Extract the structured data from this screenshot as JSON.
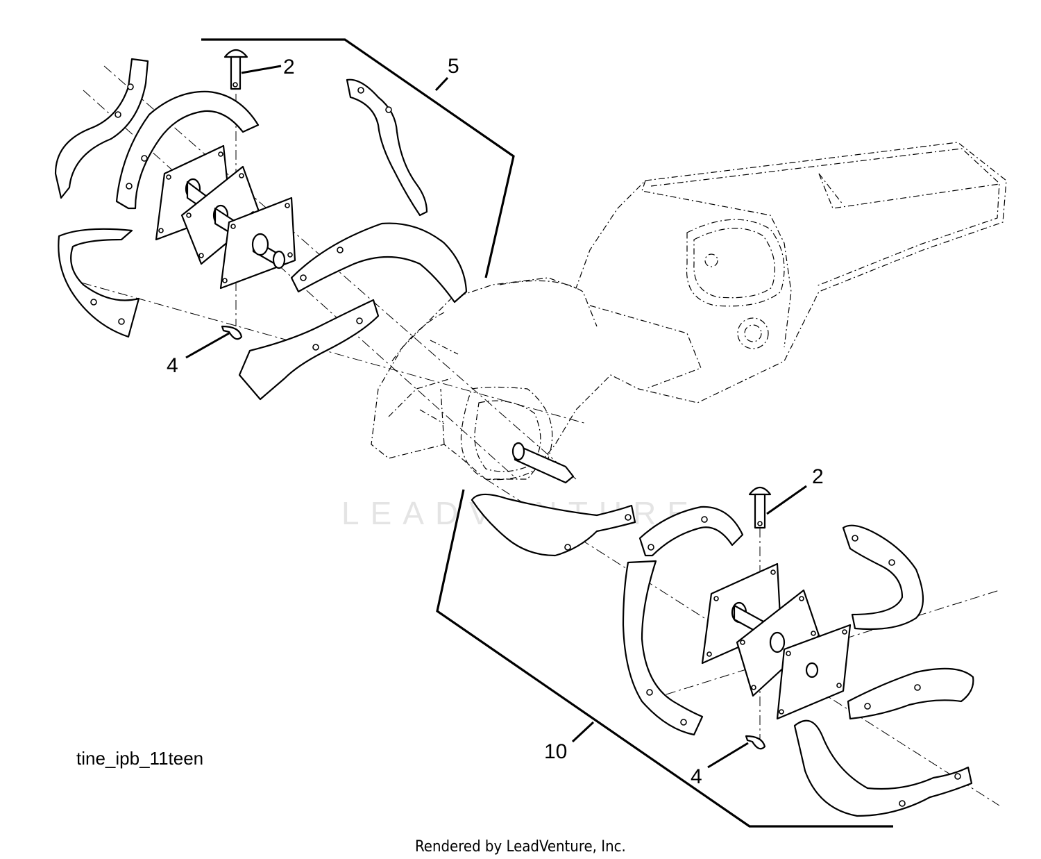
{
  "callouts": {
    "pin_top": "2",
    "tine_assembly_left": "5",
    "clip_top": "4",
    "pin_bottom": "2",
    "tine_assembly_right": "10",
    "clip_bottom": "4"
  },
  "figure_id": "tine_ipb_11teen",
  "watermark": "LEADVENTURE",
  "footer": "Rendered by LeadVenture, Inc."
}
